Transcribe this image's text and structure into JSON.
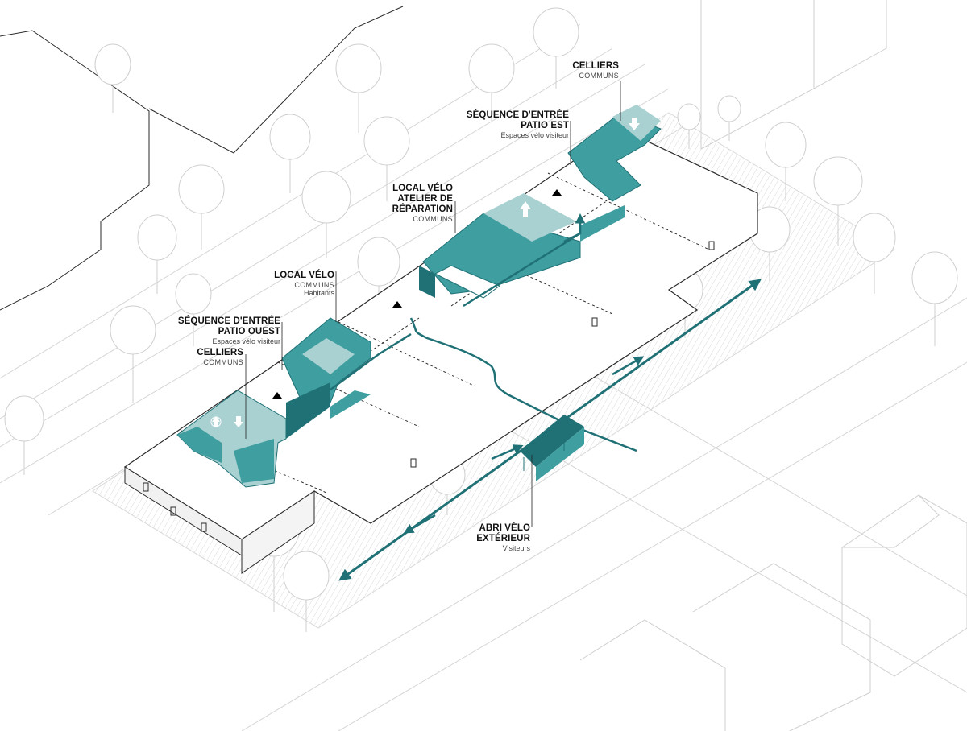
{
  "colors": {
    "teal": "#3f9ea0",
    "teal_dark": "#1f7176",
    "teal_light": "#a9d1d1",
    "line": "#2a2a2a",
    "ghost": "#cfcfcf"
  },
  "labels": {
    "celliers_est": {
      "title": "CELLIERS",
      "sub": "COMMUNS"
    },
    "sequence_est": {
      "title1": "SÉQUENCE D'ENTRÉE",
      "title2": "PATIO EST",
      "sub": "Espaces vélo visiteur"
    },
    "local_velo_atelier": {
      "title1": "LOCAL VÉLO",
      "title2": "ATELIER DE RÉPARATION",
      "sub": "COMMUNS"
    },
    "local_velo": {
      "title": "LOCAL VÉLO",
      "sub1": "COMMUNS",
      "sub2": "Habitants"
    },
    "sequence_ouest": {
      "title1": "SÉQUENCE D'ENTRÉE",
      "title2": "PATIO OUEST",
      "sub": "Espaces vélo visiteur"
    },
    "celliers_ouest": {
      "title": "CELLIERS",
      "sub": "COMMUNS"
    },
    "abri_velo": {
      "title1": "ABRI VÉLO",
      "title2": "EXTÉRIEUR",
      "sub": "Visiteurs"
    }
  },
  "icons": [
    "up-arrow-icon",
    "down-arrow-icon",
    "entrance-triangle-icon",
    "bike-path-arrow-icon"
  ]
}
